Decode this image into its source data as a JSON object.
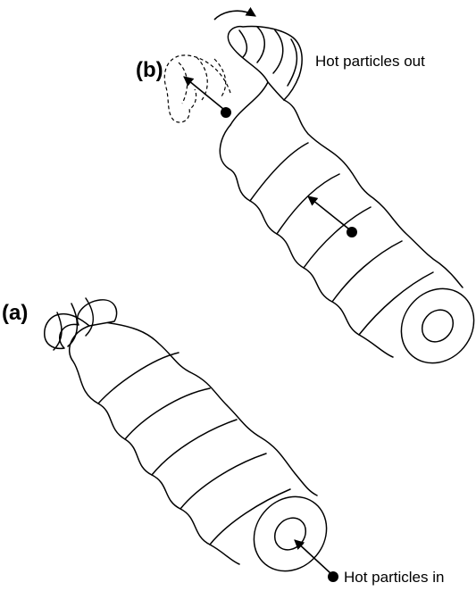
{
  "labels": {
    "panel_a": "(a)",
    "panel_b": "(b)",
    "particles_in": "Hot particles in",
    "particles_out": "Hot particles out"
  },
  "icons": [
    "particle-dot-icon",
    "arrow-icon",
    "rotation-arrow-icon"
  ],
  "colors": {
    "ink": "#000000",
    "background": "#ffffff"
  }
}
